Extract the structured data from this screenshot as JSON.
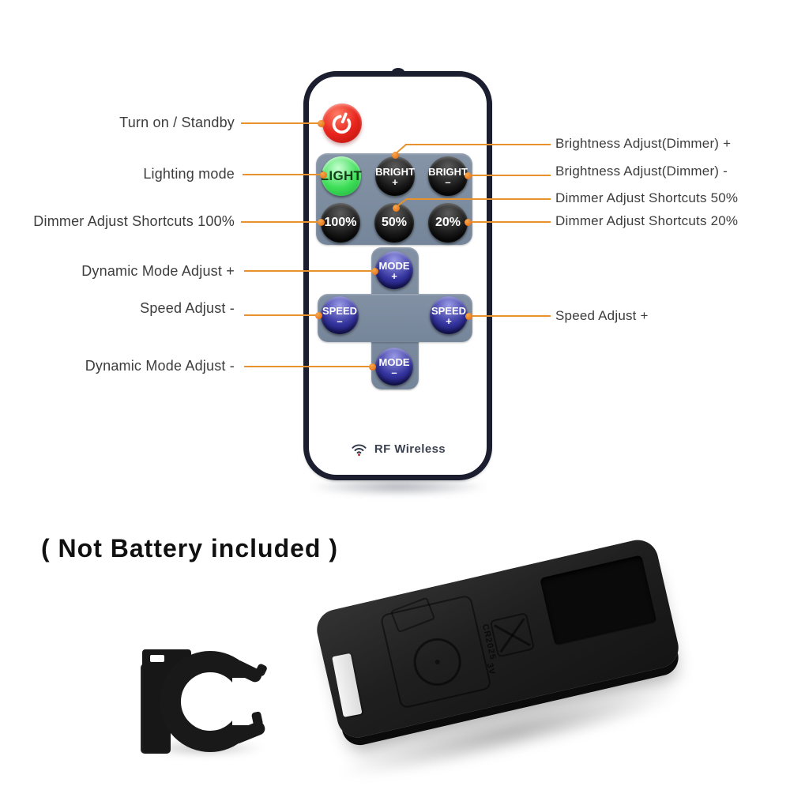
{
  "annotations": {
    "left": [
      "Turn on / Standby",
      "Lighting mode",
      "Dimmer Adjust Shortcuts 100%",
      "Dynamic Mode Adjust +",
      "Speed Adjust -",
      "Dynamic Mode Adjust -"
    ],
    "right": [
      "Brightness Adjust(Dimmer) +",
      "Brightness Adjust(Dimmer) -",
      "Dimmer Adjust Shortcuts 50%",
      "Dimmer Adjust Shortcuts 20%",
      "Speed Adjust +"
    ]
  },
  "remote": {
    "brand_label": "RF Wireless",
    "keypad": {
      "light": "LIGHT",
      "bright_up": [
        "BRIGHT",
        "+"
      ],
      "bright_down": [
        "BRIGHT",
        "–"
      ],
      "p100": "100%",
      "p50": "50%",
      "p20": "20%"
    },
    "dpad": {
      "mode_up": [
        "MODE",
        "+"
      ],
      "speed_down": [
        "SPEED",
        "–"
      ],
      "speed_up": [
        "SPEED",
        "+"
      ],
      "mode_down": [
        "MODE",
        "–"
      ]
    }
  },
  "note": {
    "text": "( Not Battery included )"
  },
  "back": {
    "battery_code": "CR2025",
    "voltage": "3V"
  },
  "icons": {
    "power": "power-symbol",
    "wireless": "rf-signal-arcs-with-red-dot",
    "battery_compartment": "battery-outline",
    "disposal": "crossed-out-box"
  },
  "colors": {
    "leader_line": "#E8922E",
    "leader_dot": "#E8791F",
    "label_text": "#3D3D3D",
    "remote_border": "#1A1E2E",
    "keypad_panel": "#7B8B9D",
    "power_button": "#E8251D",
    "light_button": "#3EDE58",
    "dark_button": "#111111",
    "blue_button": "#34349E",
    "brand_text": "#3A4150",
    "note_text": "#101010",
    "back_body": "#1D1D1D"
  }
}
